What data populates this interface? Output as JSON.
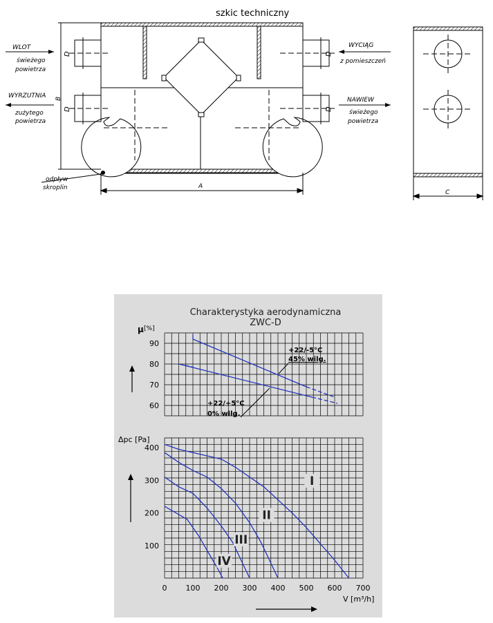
{
  "sketch": {
    "title": "szkic techniczny",
    "left_inlet": {
      "line1": "WLOT",
      "line2": "świeżego",
      "line3": "powietrza"
    },
    "left_exhaust": {
      "line1": "WYRZUTNIA",
      "line2": "zużytego",
      "line3": "powietrza"
    },
    "right_extract": {
      "line1": "WYCIĄG",
      "line2": "z pomieszczeń"
    },
    "right_supply": {
      "line1": "NAWIEW",
      "line2": "świeżego",
      "line3": "powietrza"
    },
    "drain": {
      "line1": "odpływ",
      "line2": "skroplin"
    },
    "dim_d": "D",
    "dim_b": "B",
    "dim_a": "A",
    "dim_c": "C"
  },
  "chart_data": {
    "type": "line",
    "title": "Charakterystyka aerodynamiczna",
    "subtitle": "ZWC-D",
    "xlabel": "V [m³/h]",
    "xlim": [
      0,
      700
    ],
    "x_ticks": [
      0,
      100,
      200,
      300,
      400,
      500,
      600,
      700
    ],
    "efficiency_axis": {
      "label": "μ",
      "unit": "[%]",
      "ticks": [
        60,
        70,
        80,
        90
      ],
      "range": [
        55,
        95
      ]
    },
    "pressure_axis": {
      "label": "Δpc [Pa]",
      "ticks": [
        100,
        200,
        300,
        400
      ],
      "range": [
        0,
        430
      ]
    },
    "efficiency_series": [
      {
        "name": "+22/-5°C 45% wilg.",
        "name_line1": "+22/-5°C",
        "name_line2": "45% wilg.",
        "solid": [
          [
            100,
            92
          ],
          [
            500,
            69
          ]
        ],
        "dashed": [
          [
            100,
            94
          ],
          [
            100,
            92
          ],
          [
            500,
            69
          ],
          [
            600,
            64
          ]
        ]
      },
      {
        "name": "+22/+5°C 0% wilg.",
        "name_line1": "+22/+5°C",
        "name_line2": "0% wilg.",
        "solid": [
          [
            50,
            80
          ],
          [
            520,
            64
          ]
        ],
        "dashed": [
          [
            50,
            80
          ],
          [
            100,
            78.5
          ],
          [
            520,
            64
          ],
          [
            610,
            61
          ]
        ]
      }
    ],
    "pressure_series": [
      {
        "name": "I",
        "points": [
          [
            0,
            410
          ],
          [
            50,
            395
          ],
          [
            100,
            385
          ],
          [
            150,
            375
          ],
          [
            200,
            365
          ],
          [
            250,
            340
          ],
          [
            300,
            310
          ],
          [
            350,
            280
          ],
          [
            400,
            240
          ],
          [
            450,
            200
          ],
          [
            500,
            155
          ],
          [
            550,
            105
          ],
          [
            600,
            55
          ],
          [
            650,
            0
          ]
        ]
      },
      {
        "name": "II",
        "points": [
          [
            0,
            385
          ],
          [
            50,
            355
          ],
          [
            100,
            330
          ],
          [
            150,
            310
          ],
          [
            200,
            275
          ],
          [
            250,
            230
          ],
          [
            300,
            170
          ],
          [
            340,
            110
          ],
          [
            370,
            55
          ],
          [
            400,
            0
          ]
        ]
      },
      {
        "name": "III",
        "points": [
          [
            0,
            310
          ],
          [
            50,
            280
          ],
          [
            100,
            260
          ],
          [
            150,
            215
          ],
          [
            200,
            160
          ],
          [
            240,
            110
          ],
          [
            270,
            55
          ],
          [
            300,
            0
          ]
        ]
      },
      {
        "name": "IV",
        "points": [
          [
            0,
            220
          ],
          [
            50,
            195
          ],
          [
            80,
            180
          ],
          [
            120,
            130
          ],
          [
            160,
            70
          ],
          [
            190,
            25
          ],
          [
            205,
            0
          ]
        ]
      }
    ],
    "grid": true
  }
}
